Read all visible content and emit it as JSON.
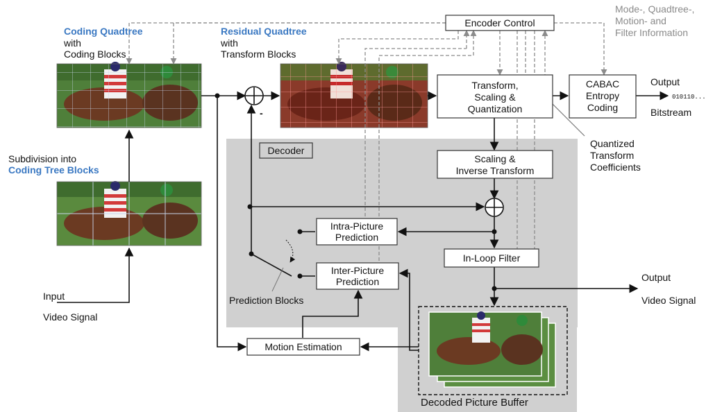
{
  "colors": {
    "accent_blue": "#3a78c2",
    "decoder_region": "#d0d0d0",
    "control_lines": "#8c8c8c",
    "side_info_text": "#8a8a8a"
  },
  "labels": {
    "coding_quadtree": "Coding Quadtree",
    "with_1": "with",
    "coding_blocks": "Coding Blocks",
    "residual_quadtree": "Residual Quadtree",
    "with_2": "with",
    "transform_blocks": "Transform Blocks",
    "subdivision_into": "Subdivision into",
    "coding_tree_blocks": "Coding Tree Blocks",
    "input": "Input",
    "video_signal_in": "Video Signal",
    "side_info": [
      "Mode-, Quadtree-,",
      "Motion- and",
      "Filter Information"
    ],
    "output_bitstream": "Output",
    "bits": "010110...",
    "bitstream": "Bitstream",
    "quantized_coeffs": [
      "Quantized",
      "Transform",
      "Coefficients"
    ],
    "output_video": "Output",
    "video_signal_out": "Video Signal",
    "prediction_blocks": "Prediction Blocks",
    "decoded_picture_buffer": "Decoded Picture Buffer",
    "minus_sign": "-"
  },
  "blocks": {
    "encoder_control": [
      "Encoder Control"
    ],
    "transform": [
      "Transform,",
      "Scaling &",
      "Quantization"
    ],
    "cabac": [
      "CABAC",
      "Entropy",
      "Coding"
    ],
    "decoder": [
      "Decoder"
    ],
    "scaling_inverse": [
      "Scaling &",
      "Inverse Transform"
    ],
    "intra_prediction": [
      "Intra-Picture",
      "Prediction"
    ],
    "inter_prediction": [
      "Inter-Picture",
      "Prediction"
    ],
    "in_loop_filter": [
      "In-Loop Filter"
    ],
    "motion_estimation": [
      "Motion Estimation"
    ]
  }
}
